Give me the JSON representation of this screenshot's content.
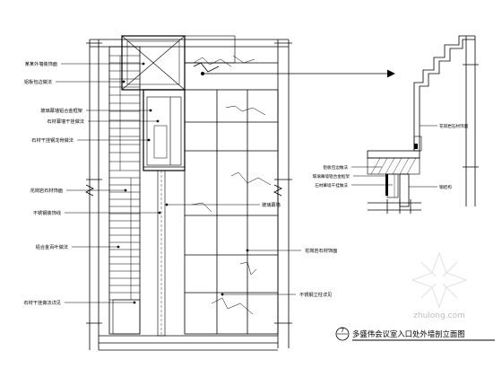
{
  "drawing": {
    "title": "多盛伟会议室入口处外墙剖立面图",
    "section_number": "7",
    "left_callouts": [
      "某某外墙装饰面",
      "铝板包边做法",
      "玻璃幕墙铝合金框架",
      "石材幕墙干挂做法",
      "石材干挂钢龙骨做法",
      "花岗岩石材饰面",
      "不锈钢装饰线",
      "铝合金百叶做法",
      "石材干挂做法详见"
    ],
    "center_callouts": [
      "玻璃幕墙"
    ],
    "right_callouts": [
      "花岗岩石材饰面",
      "不锈钢立柱详见"
    ],
    "detail_callouts": [
      "花岗岩石材饰面",
      "铝板包边做法",
      "玻璃幕墙铝合金框架",
      "石材幕墙干挂做法",
      "钢结构"
    ],
    "watermark": "zhulong.com"
  }
}
